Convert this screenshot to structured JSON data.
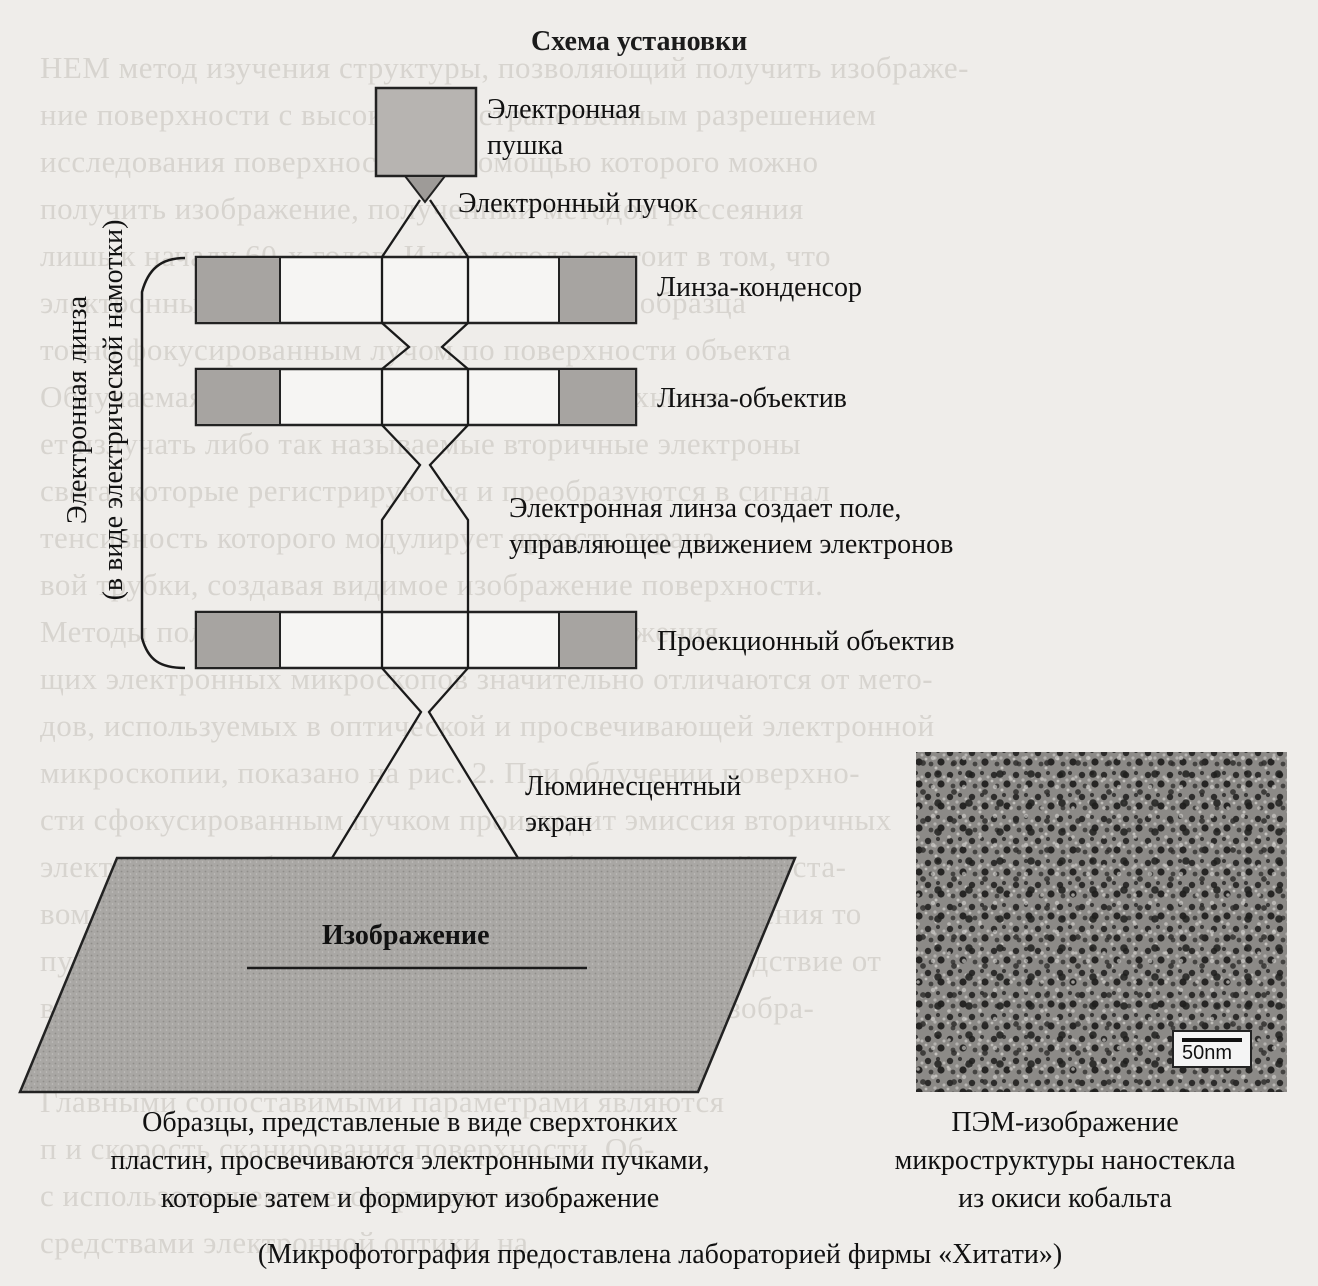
{
  "title": "Схема установки",
  "labels": {
    "electron_gun": "Электронная\nпушка",
    "electron_beam": "Электронный пучок",
    "condenser_lens": "Линза-конденсор",
    "objective_lens": "Линза-объектив",
    "lens_field_note": "Электронная линза создает поле,\nуправляющее движением электронов",
    "projection_lens": "Проекционный объектив",
    "screen": "Люминесцентный\nэкран",
    "image": "Изображение",
    "lens_group": "Электронная линза\n(в виде электрической намотки)",
    "scale_bar": "50nm"
  },
  "captions": {
    "left": "Образцы, представленые в виде сверхтонких\nпластин, просвечиваются электронными пучками,\nкоторые затем и формируют изображение",
    "right": "ПЭМ-изображение\nмикроструктуры наностекла\nиз окиси кобальта",
    "bottom": "(Микрофотография предоставлена лабораторией фирмы «Хитати»)"
  },
  "colors": {
    "paper": "#efedea",
    "lens_fill": "#b9b6b3",
    "screen_fill": "#a8a6a3",
    "micrograph": "#6c6a67"
  }
}
